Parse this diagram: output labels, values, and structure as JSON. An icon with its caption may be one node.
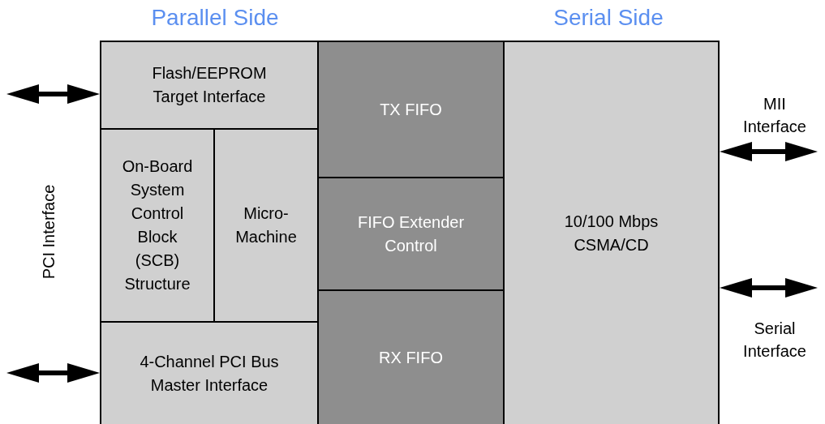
{
  "diagram": {
    "nodes": [
      {
        "text": [
          "Flash/EEPROM Target Interface"
        ]
      },
      {
        "text": [
          "On-Board System Control Block (SCB) Structure"
        ]
      },
      {
        "text": [
          "Micro-Machine"
        ]
      },
      {
        "text": [
          "4-Channel PCI Bus Master Interface"
        ]
      },
      {
        "text": [
          "TX FIFO"
        ]
      },
      {
        "text": [
          "FIFO Extender Control"
        ]
      },
      {
        "text": [
          "RX FIFO"
        ]
      },
      {
        "text": [
          "10/100 Mbps CSMA/CD"
        ]
      }
    ],
    "edges": [
      {
        "from": null,
        "to": 0,
        "arrow": "both"
      },
      {
        "from": null,
        "to": 3,
        "arrow": "both"
      },
      {
        "from": 7,
        "to": null,
        "arrow": "both"
      },
      {
        "from": 7,
        "to": null,
        "arrow": "both"
      }
    ],
    "labels": [
      "Parallel Side",
      "Serial Side",
      "PCI Interface",
      "MII Interface",
      "Serial Interface"
    ]
  }
}
